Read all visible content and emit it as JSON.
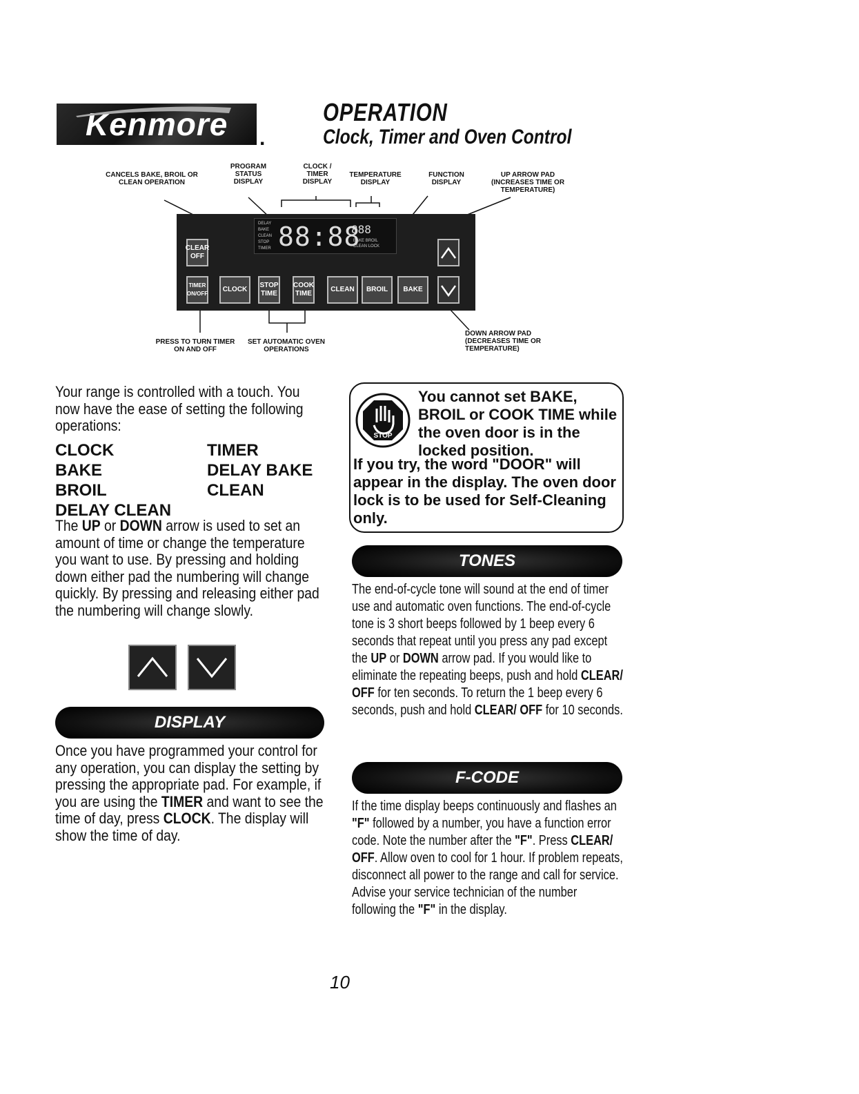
{
  "brand": "Kenmore",
  "header": {
    "title": "OPERATION",
    "subtitle": "Clock, Timer and Oven Control"
  },
  "diagram": {
    "labels_top": [
      "CANCELS BAKE, BROIL OR CLEAN OPERATION",
      "PROGRAM STATUS DISPLAY",
      "CLOCK / TIMER DISPLAY",
      "TEMPERATURE DISPLAY",
      "FUNCTION DISPLAY",
      "UP ARROW PAD (INCREASES TIME OR TEMPERATURE)"
    ],
    "labels_bottom": [
      "PRESS TO TURN TIMER ON AND OFF",
      "SET AUTOMATIC OVEN OPERATIONS",
      "DOWN ARROW PAD (DECREASES TIME OR TEMPERATURE)"
    ],
    "lcd": {
      "status_lines": [
        "DELAY",
        "BAKE",
        "CLEAN",
        "STOP",
        "TIMER"
      ],
      "digits": "88:88",
      "small_digits": "888",
      "function_lines": [
        "BAKE",
        "BROIL",
        "CLEAN",
        "LOCK"
      ]
    },
    "buttons": {
      "clear_off": "CLEAR OFF",
      "timer": "TIMER ON/OFF",
      "clock": "CLOCK",
      "stop_time": "STOP TIME",
      "cook_time": "COOK TIME",
      "clean": "CLEAN",
      "broil": "BROIL",
      "bake": "BAKE"
    }
  },
  "intro": "Your range is controlled with a touch. You now have the ease of setting the following operations:",
  "operations": [
    "CLOCK",
    "TIMER",
    "BAKE",
    "DELAY BAKE",
    "BROIL",
    "CLEAN",
    "DELAY CLEAN"
  ],
  "arrow_text": {
    "p1": "The ",
    "up": "UP",
    "p2": " or ",
    "down": "DOWN",
    "p3": " arrow is used to set an amount of time or change the temperature you want to use. By pressing and holding down either pad the numbering will change quickly. By pressing and releasing either pad the numbering will change slowly."
  },
  "display": {
    "heading": "DISPLAY",
    "p1": "Once you have programmed your control for any operation, you can display the setting by pressing the appropriate pad. For example, if you are using the ",
    "timer": "TIMER",
    "p2": " and want to see the time of day, press ",
    "clock": "CLOCK",
    "p3": ". The display will show the time of day."
  },
  "warning": {
    "icon_text": "STOP",
    "top": "You cannot set BAKE, BROIL or COOK TIME while the oven door is in the locked position.",
    "bottom": "If you try, the word \"DOOR\" will appear in the display. The oven door lock is to be used for Self-Cleaning only."
  },
  "tones": {
    "heading": "TONES",
    "p1": "The end-of-cycle tone will sound at the end of timer use and automatic oven functions. The end-of-cycle tone is 3 short beeps followed by 1 beep every 6 seconds that repeat until you press any pad except the ",
    "up": "UP",
    "p2": " or ",
    "down": "DOWN",
    "p3": " arrow pad. If you would like to eliminate the repeating beeps, push and hold ",
    "clear1": "CLEAR/ OFF",
    "p4": " for ten seconds. To return the 1 beep every 6 seconds, push and hold ",
    "clear2": "CLEAR/ OFF",
    "p5": " for 10 seconds."
  },
  "fcode": {
    "heading": "F-CODE",
    "p1": "If the time display beeps continuously and flashes an ",
    "f1": "\"F\"",
    "p2": " followed by a number, you have a function error code. Note the number after the ",
    "f2": "\"F\"",
    "p3": ". Press ",
    "clear": "CLEAR/ OFF",
    "p4": ". Allow oven to cool for 1 hour. If problem repeats, disconnect all power to the range and call for service. Advise your service technician of the number following the ",
    "f3": "\"F\"",
    "p5": " in the display."
  },
  "page_number": "10"
}
